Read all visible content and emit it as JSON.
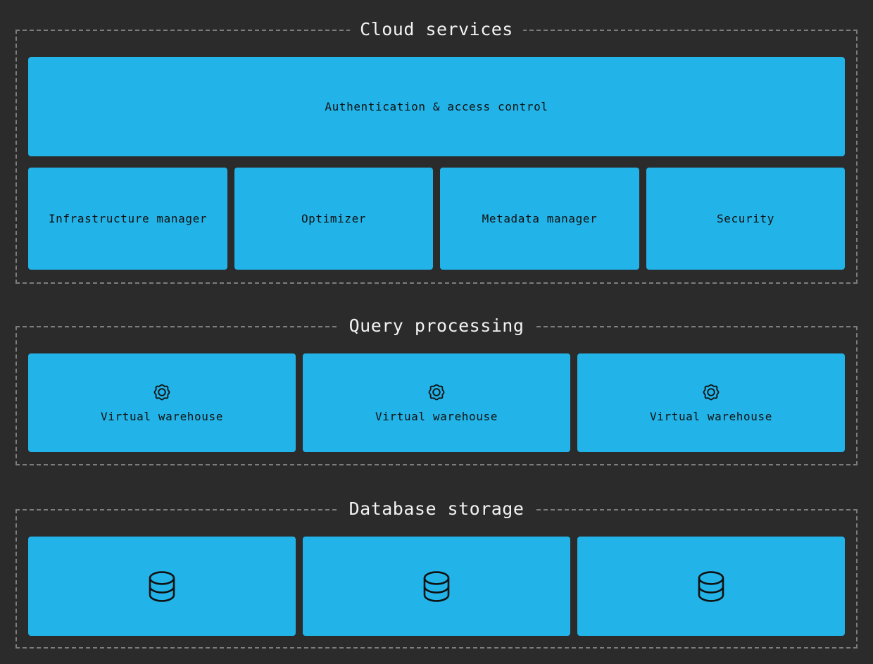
{
  "theme": {
    "background": "#2b2b2b",
    "node_fill": "#22b4e8",
    "node_text": "#111111",
    "border_dashed": "#7d7d7d",
    "title_text": "#f2f2f2"
  },
  "diagram": {
    "type": "architecture-layers",
    "sections": [
      {
        "id": "cloud-services",
        "title": "Cloud services",
        "rows": [
          {
            "id": "cloud-services-row-1",
            "nodes": [
              {
                "id": "authentication-access-control",
                "label": "Authentication & access control",
                "icon": ""
              }
            ]
          },
          {
            "id": "cloud-services-row-2",
            "nodes": [
              {
                "id": "infrastructure-manager",
                "label": "Infrastructure manager",
                "icon": ""
              },
              {
                "id": "optimizer",
                "label": "Optimizer",
                "icon": ""
              },
              {
                "id": "metadata-manager",
                "label": "Metadata manager",
                "icon": ""
              },
              {
                "id": "security",
                "label": "Security",
                "icon": ""
              }
            ]
          }
        ]
      },
      {
        "id": "query-processing",
        "title": "Query processing",
        "rows": [
          {
            "id": "query-processing-row-1",
            "nodes": [
              {
                "id": "virtual-warehouse-1",
                "label": "Virtual warehouse",
                "icon": "gear-icon"
              },
              {
                "id": "virtual-warehouse-2",
                "label": "Virtual warehouse",
                "icon": "gear-icon"
              },
              {
                "id": "virtual-warehouse-3",
                "label": "Virtual warehouse",
                "icon": "gear-icon"
              }
            ]
          }
        ]
      },
      {
        "id": "database-storage",
        "title": "Database storage",
        "rows": [
          {
            "id": "database-storage-row-1",
            "nodes": [
              {
                "id": "database-1",
                "label": "",
                "icon": "database-icon"
              },
              {
                "id": "database-2",
                "label": "",
                "icon": "database-icon"
              },
              {
                "id": "database-3",
                "label": "",
                "icon": "database-icon"
              }
            ]
          }
        ]
      }
    ]
  }
}
